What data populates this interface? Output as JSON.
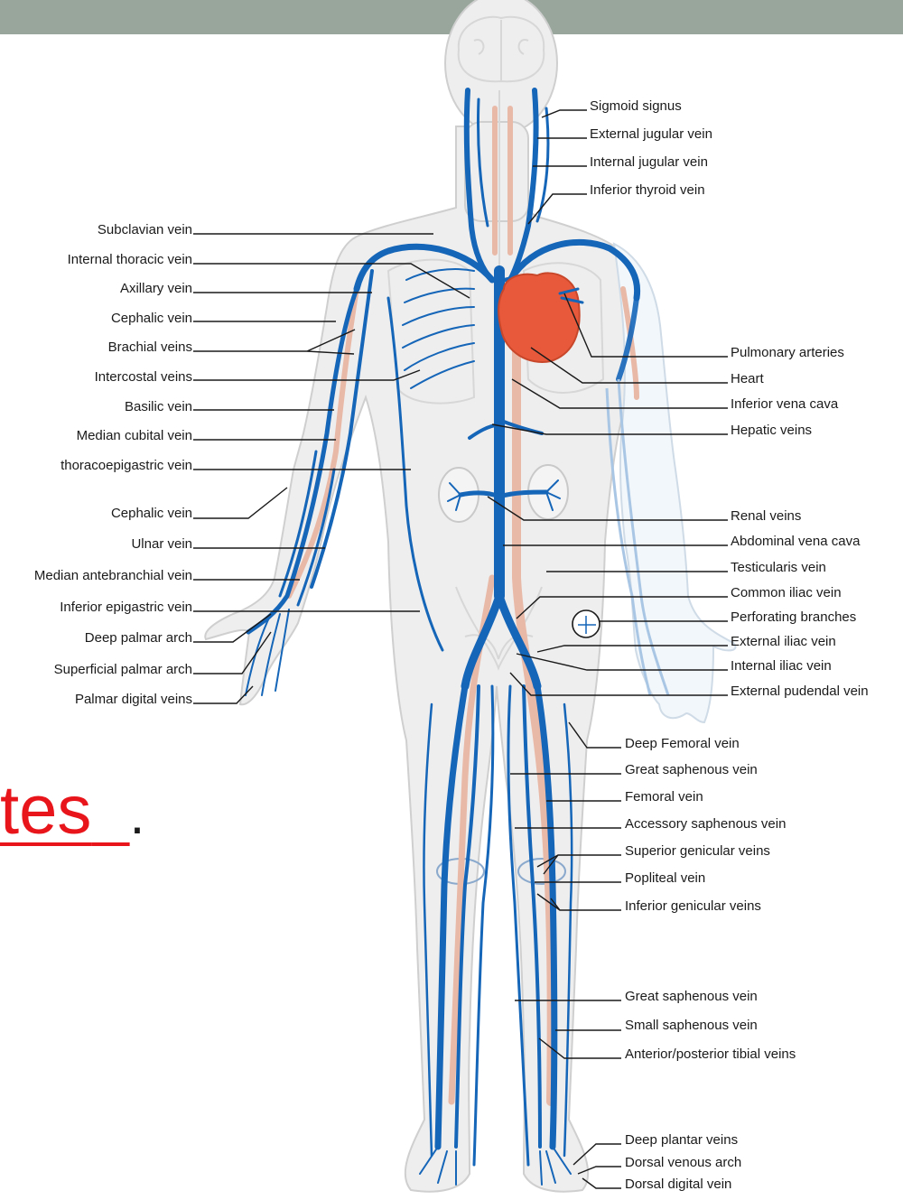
{
  "colors": {
    "header_bar": "#98a69b",
    "vein": "#1565b8",
    "artery": "#e9b9a8",
    "heart": "#e8593b",
    "link": "#e8151b"
  },
  "left_labels": [
    "Subclavian vein",
    "Internal thoracic vein",
    "Axillary vein",
    "Cephalic vein",
    "Brachial veins",
    "Intercostal veins",
    "Basilic vein",
    "Median cubital vein",
    "thoracoepigastric vein",
    "Cephalic vein",
    "Ulnar vein",
    "Median antebranchial vein",
    "Inferior epigastric vein",
    "Deep palmar arch",
    "Superficial palmar arch",
    "Palmar digital veins"
  ],
  "right_top_labels": [
    "Sigmoid signus",
    "External jugular vein",
    "Internal jugular vein",
    "Inferior thyroid vein"
  ],
  "right_mid_labels": [
    "Pulmonary arteries",
    "Heart",
    "Inferior vena cava",
    "Hepatic veins",
    "Renal veins",
    "Abdominal vena cava",
    "Testicularis vein",
    "Common iliac vein",
    "Perforating branches",
    "External iliac vein",
    "Internal iliac vein",
    "External pudendal vein"
  ],
  "right_leg_labels": [
    "Deep Femoral vein",
    "Great saphenous vein",
    "Femoral vein",
    "Accessory saphenous vein",
    "Superior genicular veins",
    "Popliteal vein",
    "Inferior genicular veins",
    "Great saphenous vein",
    "Small saphenous vein",
    "Anterior/posterior tibial veins",
    "Deep plantar veins",
    "Dorsal venous arch",
    "Dorsal digital vein"
  ],
  "partial_text": {
    "visible": "tes",
    "trailing": "."
  }
}
